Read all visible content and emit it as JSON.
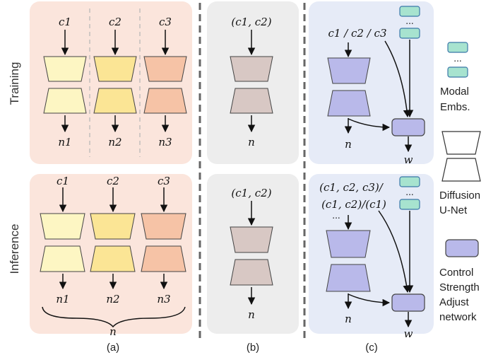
{
  "row_labels": {
    "training": "Training",
    "inference": "Inference"
  },
  "panel_captions": {
    "a": "(a)",
    "b": "(b)",
    "c": "(c)"
  },
  "panel_a": {
    "inputs": [
      "c1",
      "c2",
      "c3"
    ],
    "outputs": [
      "n1",
      "n2",
      "n3"
    ],
    "merged_output": "n",
    "colors": [
      "#fdf6c3",
      "#fbe595",
      "#f6c3a6"
    ]
  },
  "panel_b": {
    "input": "(c1, c2)",
    "output": "n",
    "color": "#d8c8c4"
  },
  "panel_c": {
    "training_input": "c1 / c2 / c3",
    "inference_input_line1": "(c1, c2, c3)/",
    "inference_input_line2": "(c1, c2)/(c1)",
    "dots": "...",
    "unet_output": "n",
    "final_output": "w",
    "unet_color": "#b9b9ea",
    "embed_color": "#a7e3cf"
  },
  "legend": {
    "modal_embs": [
      "Modal",
      "Embs."
    ],
    "diffusion_unet": [
      "Diffusion",
      "U-Net"
    ],
    "control": [
      "Control",
      "Strength",
      "Adjust",
      "network"
    ],
    "dots": "..."
  }
}
